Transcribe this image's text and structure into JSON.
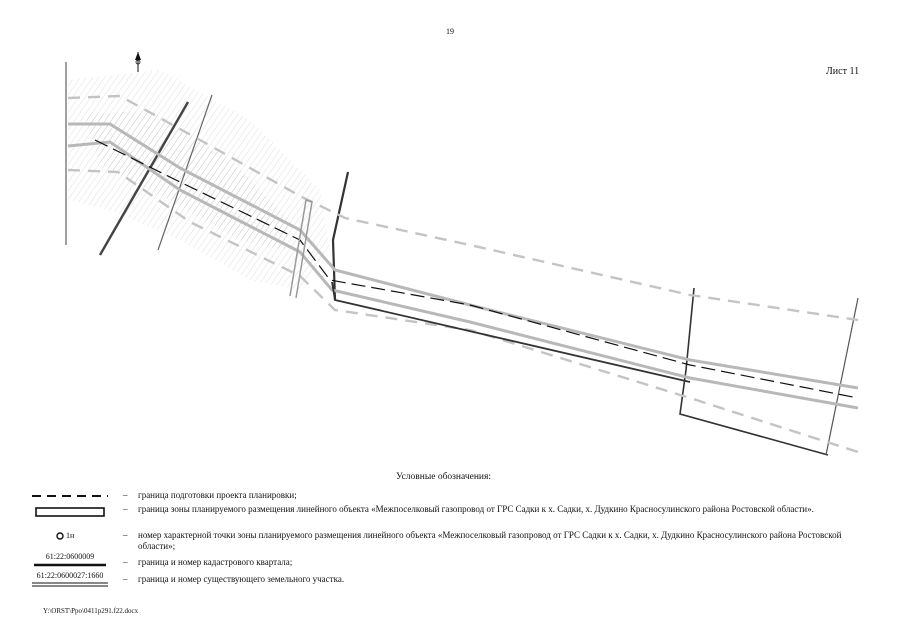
{
  "page": {
    "number": "19",
    "sheet_label": "Лист 11",
    "file_path": "Y:\\ORST\\Ppo\\0411p291.f22.docx"
  },
  "legend": {
    "title": "Условные обозначения:",
    "items": [
      {
        "symbol": "dashed-line",
        "dash": "–",
        "text": "граница подготовки проекта планировки;"
      },
      {
        "symbol": "double-line-box",
        "dash": "–",
        "text": "граница зоны планируемого размещения линейного объекта «Межпоселковый газопровод от ГРС Садки к х. Садки, х. Дудкино Красносулинского района Ростовской области»."
      },
      {
        "symbol": "point-marker",
        "symbol_label": "1н",
        "dash": "–",
        "text": "номер характерной точки зоны планируемого размещения  линейного объекта «Межпоселковый газопровод от ГРС Садки к х. Садки, х. Дудкино Красносулинского района Ростовской области»;"
      },
      {
        "symbol": "quarter-line",
        "symbol_label": "61:22:0600009",
        "dash": "–",
        "text": "граница и номер кадастрового квартала;"
      },
      {
        "symbol": "parcel-line",
        "symbol_label": "61:22:0600027:1660",
        "dash": "–",
        "text": "граница и номер существующего земельного участка."
      }
    ]
  },
  "colors": {
    "ink": "#111111",
    "zone_gray": "#b8b8b8",
    "dashed_gray": "#c4c4c4",
    "hatch": "#8a8a8a"
  }
}
